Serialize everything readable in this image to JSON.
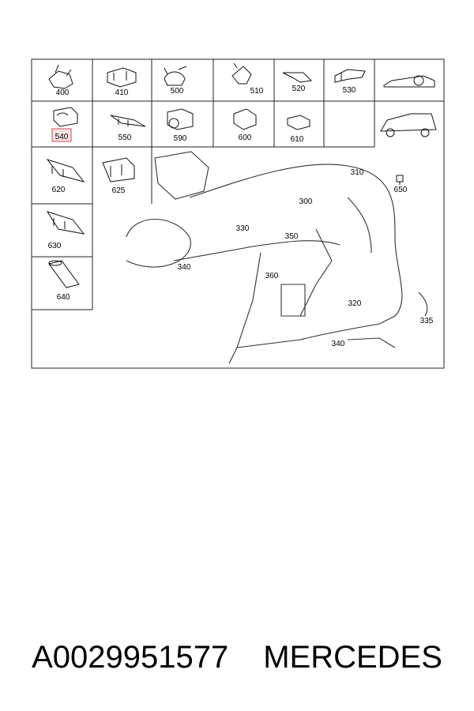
{
  "diagram": {
    "part_numbers": {
      "p400": "400",
      "p410": "410",
      "p500": "500",
      "p510": "510",
      "p520": "520",
      "p530": "530",
      "p540": "540",
      "p550": "550",
      "p590": "590",
      "p600": "600",
      "p610": "610",
      "p620": "620",
      "p625": "625",
      "p630": "630",
      "p640": "640",
      "p310": "310",
      "p650": "650",
      "p300": "300",
      "p330": "330",
      "p350": "350",
      "p340a": "340",
      "p360": "360",
      "p320": "320",
      "p335": "335",
      "p340b": "340"
    },
    "highlighted_part": "540",
    "highlight_color": "#e06666",
    "highlight_fill": "#fbe3e3"
  },
  "caption": {
    "part_number": "A0029951577",
    "brand": "MERCEDES"
  }
}
